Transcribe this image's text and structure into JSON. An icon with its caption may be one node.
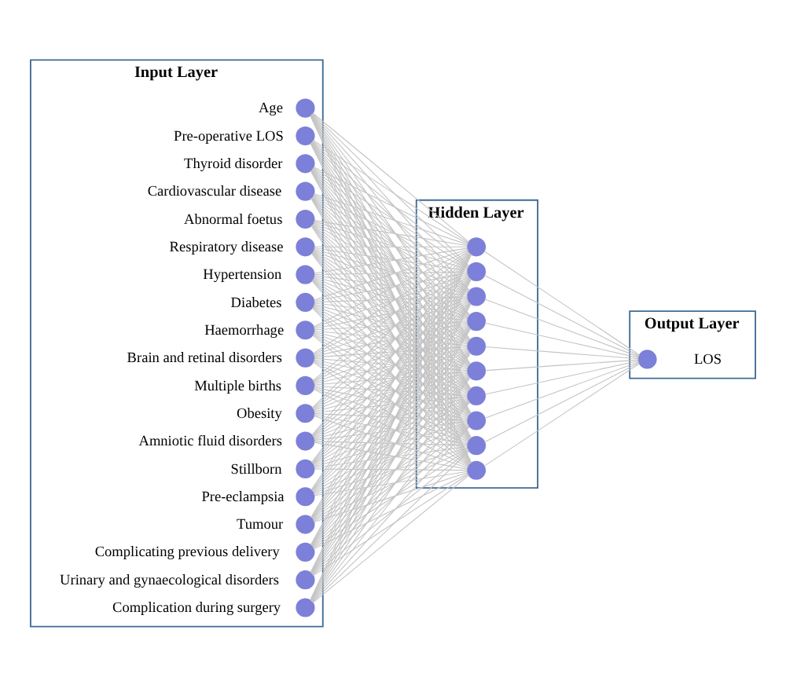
{
  "diagram": {
    "nodes": [
      {
        "text": [
          "Input Layer"
        ]
      },
      {
        "text": [],
        "shape": "circle",
        "in": 0,
        "beside": [
          "Age"
        ]
      },
      {
        "text": [],
        "shape": "circle",
        "in": 0,
        "beside": [
          "Pre-operative LOS"
        ]
      },
      {
        "text": [],
        "shape": "circle",
        "in": 0,
        "beside": [
          "Thyroid disorder"
        ]
      },
      {
        "text": [],
        "shape": "circle",
        "in": 0,
        "beside": [
          "Cardiovascular disease"
        ]
      },
      {
        "text": [],
        "shape": "circle",
        "in": 0,
        "beside": [
          "Abnormal foetus"
        ]
      },
      {
        "text": [],
        "shape": "circle",
        "in": 0,
        "beside": [
          "Respiratory disease"
        ]
      },
      {
        "text": [],
        "shape": "circle",
        "in": 0,
        "beside": [
          "Hypertension"
        ]
      },
      {
        "text": [],
        "shape": "circle",
        "in": 0,
        "beside": [
          "Diabetes"
        ]
      },
      {
        "text": [],
        "shape": "circle",
        "in": 0,
        "beside": [
          "Haemorrhage"
        ]
      },
      {
        "text": [],
        "shape": "circle",
        "in": 0,
        "beside": [
          "Brain and retinal disorders"
        ]
      },
      {
        "text": [],
        "shape": "circle",
        "in": 0,
        "beside": [
          "Multiple births"
        ]
      },
      {
        "text": [],
        "shape": "circle",
        "in": 0,
        "beside": [
          "Obesity"
        ]
      },
      {
        "text": [],
        "shape": "circle",
        "in": 0,
        "beside": [
          "Amniotic fluid disorders"
        ]
      },
      {
        "text": [],
        "shape": "circle",
        "in": 0,
        "beside": [
          "Stillborn"
        ]
      },
      {
        "text": [],
        "shape": "circle",
        "in": 0,
        "beside": [
          "Pre-eclampsia"
        ]
      },
      {
        "text": [],
        "shape": "circle",
        "in": 0,
        "beside": [
          "Tumour"
        ]
      },
      {
        "text": [],
        "shape": "circle",
        "in": 0,
        "beside": [
          "Complicating previous delivery"
        ]
      },
      {
        "text": [],
        "shape": "circle",
        "in": 0,
        "beside": [
          "Urinary and gynaecological disorders"
        ]
      },
      {
        "text": [],
        "shape": "circle",
        "in": 0,
        "beside": [
          "Complication during surgery"
        ]
      },
      {
        "text": [
          "Hidden Layer"
        ]
      },
      {
        "text": [],
        "shape": "circle",
        "in": 20
      },
      {
        "text": [],
        "shape": "circle",
        "in": 20
      },
      {
        "text": [],
        "shape": "circle",
        "in": 20
      },
      {
        "text": [],
        "shape": "circle",
        "in": 20
      },
      {
        "text": [],
        "shape": "circle",
        "in": 20
      },
      {
        "text": [],
        "shape": "circle",
        "in": 20
      },
      {
        "text": [],
        "shape": "circle",
        "in": 20
      },
      {
        "text": [],
        "shape": "circle",
        "in": 20
      },
      {
        "text": [],
        "shape": "circle",
        "in": 20
      },
      {
        "text": [],
        "shape": "circle",
        "in": 20
      },
      {
        "text": [
          "Output Layer"
        ]
      },
      {
        "text": [],
        "shape": "circle",
        "in": 31,
        "beside": [
          "LOS"
        ]
      }
    ],
    "edges": [
      {
        "from": 1,
        "to": 21,
        "arrow": "none"
      },
      {
        "from": 1,
        "to": 22,
        "arrow": "none"
      },
      {
        "from": 1,
        "to": 23,
        "arrow": "none"
      },
      {
        "from": 1,
        "to": 24,
        "arrow": "none"
      },
      {
        "from": 1,
        "to": 25,
        "arrow": "none"
      },
      {
        "from": 1,
        "to": 26,
        "arrow": "none"
      },
      {
        "from": 1,
        "to": 27,
        "arrow": "none"
      },
      {
        "from": 1,
        "to": 28,
        "arrow": "none"
      },
      {
        "from": 1,
        "to": 29,
        "arrow": "none"
      },
      {
        "from": 1,
        "to": 30,
        "arrow": "none"
      },
      {
        "from": 2,
        "to": 21,
        "arrow": "none"
      },
      {
        "from": 2,
        "to": 22,
        "arrow": "none"
      },
      {
        "from": 2,
        "to": 23,
        "arrow": "none"
      },
      {
        "from": 2,
        "to": 24,
        "arrow": "none"
      },
      {
        "from": 2,
        "to": 25,
        "arrow": "none"
      },
      {
        "from": 2,
        "to": 26,
        "arrow": "none"
      },
      {
        "from": 2,
        "to": 27,
        "arrow": "none"
      },
      {
        "from": 2,
        "to": 28,
        "arrow": "none"
      },
      {
        "from": 2,
        "to": 29,
        "arrow": "none"
      },
      {
        "from": 2,
        "to": 30,
        "arrow": "none"
      },
      {
        "from": 3,
        "to": 21,
        "arrow": "none"
      },
      {
        "from": 3,
        "to": 22,
        "arrow": "none"
      },
      {
        "from": 3,
        "to": 23,
        "arrow": "none"
      },
      {
        "from": 3,
        "to": 24,
        "arrow": "none"
      },
      {
        "from": 3,
        "to": 25,
        "arrow": "none"
      },
      {
        "from": 3,
        "to": 26,
        "arrow": "none"
      },
      {
        "from": 3,
        "to": 27,
        "arrow": "none"
      },
      {
        "from": 3,
        "to": 28,
        "arrow": "none"
      },
      {
        "from": 3,
        "to": 29,
        "arrow": "none"
      },
      {
        "from": 3,
        "to": 30,
        "arrow": "none"
      },
      {
        "from": 4,
        "to": 21,
        "arrow": "none"
      },
      {
        "from": 4,
        "to": 22,
        "arrow": "none"
      },
      {
        "from": 4,
        "to": 23,
        "arrow": "none"
      },
      {
        "from": 4,
        "to": 24,
        "arrow": "none"
      },
      {
        "from": 4,
        "to": 25,
        "arrow": "none"
      },
      {
        "from": 4,
        "to": 26,
        "arrow": "none"
      },
      {
        "from": 4,
        "to": 27,
        "arrow": "none"
      },
      {
        "from": 4,
        "to": 28,
        "arrow": "none"
      },
      {
        "from": 4,
        "to": 29,
        "arrow": "none"
      },
      {
        "from": 4,
        "to": 30,
        "arrow": "none"
      },
      {
        "from": 5,
        "to": 21,
        "arrow": "none"
      },
      {
        "from": 5,
        "to": 22,
        "arrow": "none"
      },
      {
        "from": 5,
        "to": 23,
        "arrow": "none"
      },
      {
        "from": 5,
        "to": 24,
        "arrow": "none"
      },
      {
        "from": 5,
        "to": 25,
        "arrow": "none"
      },
      {
        "from": 5,
        "to": 26,
        "arrow": "none"
      },
      {
        "from": 5,
        "to": 27,
        "arrow": "none"
      },
      {
        "from": 5,
        "to": 28,
        "arrow": "none"
      },
      {
        "from": 5,
        "to": 29,
        "arrow": "none"
      },
      {
        "from": 5,
        "to": 30,
        "arrow": "none"
      },
      {
        "from": 6,
        "to": 21,
        "arrow": "none"
      },
      {
        "from": 6,
        "to": 22,
        "arrow": "none"
      },
      {
        "from": 6,
        "to": 23,
        "arrow": "none"
      },
      {
        "from": 6,
        "to": 24,
        "arrow": "none"
      },
      {
        "from": 6,
        "to": 25,
        "arrow": "none"
      },
      {
        "from": 6,
        "to": 26,
        "arrow": "none"
      },
      {
        "from": 6,
        "to": 27,
        "arrow": "none"
      },
      {
        "from": 6,
        "to": 28,
        "arrow": "none"
      },
      {
        "from": 6,
        "to": 29,
        "arrow": "none"
      },
      {
        "from": 6,
        "to": 30,
        "arrow": "none"
      },
      {
        "from": 7,
        "to": 21,
        "arrow": "none"
      },
      {
        "from": 7,
        "to": 22,
        "arrow": "none"
      },
      {
        "from": 7,
        "to": 23,
        "arrow": "none"
      },
      {
        "from": 7,
        "to": 24,
        "arrow": "none"
      },
      {
        "from": 7,
        "to": 25,
        "arrow": "none"
      },
      {
        "from": 7,
        "to": 26,
        "arrow": "none"
      },
      {
        "from": 7,
        "to": 27,
        "arrow": "none"
      },
      {
        "from": 7,
        "to": 28,
        "arrow": "none"
      },
      {
        "from": 7,
        "to": 29,
        "arrow": "none"
      },
      {
        "from": 7,
        "to": 30,
        "arrow": "none"
      },
      {
        "from": 8,
        "to": 21,
        "arrow": "none"
      },
      {
        "from": 8,
        "to": 22,
        "arrow": "none"
      },
      {
        "from": 8,
        "to": 23,
        "arrow": "none"
      },
      {
        "from": 8,
        "to": 24,
        "arrow": "none"
      },
      {
        "from": 8,
        "to": 25,
        "arrow": "none"
      },
      {
        "from": 8,
        "to": 26,
        "arrow": "none"
      },
      {
        "from": 8,
        "to": 27,
        "arrow": "none"
      },
      {
        "from": 8,
        "to": 28,
        "arrow": "none"
      },
      {
        "from": 8,
        "to": 29,
        "arrow": "none"
      },
      {
        "from": 8,
        "to": 30,
        "arrow": "none"
      },
      {
        "from": 9,
        "to": 21,
        "arrow": "none"
      },
      {
        "from": 9,
        "to": 22,
        "arrow": "none"
      },
      {
        "from": 9,
        "to": 23,
        "arrow": "none"
      },
      {
        "from": 9,
        "to": 24,
        "arrow": "none"
      },
      {
        "from": 9,
        "to": 25,
        "arrow": "none"
      },
      {
        "from": 9,
        "to": 26,
        "arrow": "none"
      },
      {
        "from": 9,
        "to": 27,
        "arrow": "none"
      },
      {
        "from": 9,
        "to": 28,
        "arrow": "none"
      },
      {
        "from": 9,
        "to": 29,
        "arrow": "none"
      },
      {
        "from": 9,
        "to": 30,
        "arrow": "none"
      },
      {
        "from": 10,
        "to": 21,
        "arrow": "none"
      },
      {
        "from": 10,
        "to": 22,
        "arrow": "none"
      },
      {
        "from": 10,
        "to": 23,
        "arrow": "none"
      },
      {
        "from": 10,
        "to": 24,
        "arrow": "none"
      },
      {
        "from": 10,
        "to": 25,
        "arrow": "none"
      },
      {
        "from": 10,
        "to": 26,
        "arrow": "none"
      },
      {
        "from": 10,
        "to": 27,
        "arrow": "none"
      },
      {
        "from": 10,
        "to": 28,
        "arrow": "none"
      },
      {
        "from": 10,
        "to": 29,
        "arrow": "none"
      },
      {
        "from": 10,
        "to": 30,
        "arrow": "none"
      },
      {
        "from": 11,
        "to": 21,
        "arrow": "none"
      },
      {
        "from": 11,
        "to": 22,
        "arrow": "none"
      },
      {
        "from": 11,
        "to": 23,
        "arrow": "none"
      },
      {
        "from": 11,
        "to": 24,
        "arrow": "none"
      },
      {
        "from": 11,
        "to": 25,
        "arrow": "none"
      },
      {
        "from": 11,
        "to": 26,
        "arrow": "none"
      },
      {
        "from": 11,
        "to": 27,
        "arrow": "none"
      },
      {
        "from": 11,
        "to": 28,
        "arrow": "none"
      },
      {
        "from": 11,
        "to": 29,
        "arrow": "none"
      },
      {
        "from": 11,
        "to": 30,
        "arrow": "none"
      },
      {
        "from": 12,
        "to": 21,
        "arrow": "none"
      },
      {
        "from": 12,
        "to": 22,
        "arrow": "none"
      },
      {
        "from": 12,
        "to": 23,
        "arrow": "none"
      },
      {
        "from": 12,
        "to": 24,
        "arrow": "none"
      },
      {
        "from": 12,
        "to": 25,
        "arrow": "none"
      },
      {
        "from": 12,
        "to": 26,
        "arrow": "none"
      },
      {
        "from": 12,
        "to": 27,
        "arrow": "none"
      },
      {
        "from": 12,
        "to": 28,
        "arrow": "none"
      },
      {
        "from": 12,
        "to": 29,
        "arrow": "none"
      },
      {
        "from": 12,
        "to": 30,
        "arrow": "none"
      },
      {
        "from": 13,
        "to": 21,
        "arrow": "none"
      },
      {
        "from": 13,
        "to": 22,
        "arrow": "none"
      },
      {
        "from": 13,
        "to": 23,
        "arrow": "none"
      },
      {
        "from": 13,
        "to": 24,
        "arrow": "none"
      },
      {
        "from": 13,
        "to": 25,
        "arrow": "none"
      },
      {
        "from": 13,
        "to": 26,
        "arrow": "none"
      },
      {
        "from": 13,
        "to": 27,
        "arrow": "none"
      },
      {
        "from": 13,
        "to": 28,
        "arrow": "none"
      },
      {
        "from": 13,
        "to": 29,
        "arrow": "none"
      },
      {
        "from": 13,
        "to": 30,
        "arrow": "none"
      },
      {
        "from": 14,
        "to": 21,
        "arrow": "none"
      },
      {
        "from": 14,
        "to": 22,
        "arrow": "none"
      },
      {
        "from": 14,
        "to": 23,
        "arrow": "none"
      },
      {
        "from": 14,
        "to": 24,
        "arrow": "none"
      },
      {
        "from": 14,
        "to": 25,
        "arrow": "none"
      },
      {
        "from": 14,
        "to": 26,
        "arrow": "none"
      },
      {
        "from": 14,
        "to": 27,
        "arrow": "none"
      },
      {
        "from": 14,
        "to": 28,
        "arrow": "none"
      },
      {
        "from": 14,
        "to": 29,
        "arrow": "none"
      },
      {
        "from": 14,
        "to": 30,
        "arrow": "none"
      },
      {
        "from": 15,
        "to": 21,
        "arrow": "none"
      },
      {
        "from": 15,
        "to": 22,
        "arrow": "none"
      },
      {
        "from": 15,
        "to": 23,
        "arrow": "none"
      },
      {
        "from": 15,
        "to": 24,
        "arrow": "none"
      },
      {
        "from": 15,
        "to": 25,
        "arrow": "none"
      },
      {
        "from": 15,
        "to": 26,
        "arrow": "none"
      },
      {
        "from": 15,
        "to": 27,
        "arrow": "none"
      },
      {
        "from": 15,
        "to": 28,
        "arrow": "none"
      },
      {
        "from": 15,
        "to": 29,
        "arrow": "none"
      },
      {
        "from": 15,
        "to": 30,
        "arrow": "none"
      },
      {
        "from": 16,
        "to": 21,
        "arrow": "none"
      },
      {
        "from": 16,
        "to": 22,
        "arrow": "none"
      },
      {
        "from": 16,
        "to": 23,
        "arrow": "none"
      },
      {
        "from": 16,
        "to": 24,
        "arrow": "none"
      },
      {
        "from": 16,
        "to": 25,
        "arrow": "none"
      },
      {
        "from": 16,
        "to": 26,
        "arrow": "none"
      },
      {
        "from": 16,
        "to": 27,
        "arrow": "none"
      },
      {
        "from": 16,
        "to": 28,
        "arrow": "none"
      },
      {
        "from": 16,
        "to": 29,
        "arrow": "none"
      },
      {
        "from": 16,
        "to": 30,
        "arrow": "none"
      },
      {
        "from": 17,
        "to": 21,
        "arrow": "none"
      },
      {
        "from": 17,
        "to": 22,
        "arrow": "none"
      },
      {
        "from": 17,
        "to": 23,
        "arrow": "none"
      },
      {
        "from": 17,
        "to": 24,
        "arrow": "none"
      },
      {
        "from": 17,
        "to": 25,
        "arrow": "none"
      },
      {
        "from": 17,
        "to": 26,
        "arrow": "none"
      },
      {
        "from": 17,
        "to": 27,
        "arrow": "none"
      },
      {
        "from": 17,
        "to": 28,
        "arrow": "none"
      },
      {
        "from": 17,
        "to": 29,
        "arrow": "none"
      },
      {
        "from": 17,
        "to": 30,
        "arrow": "none"
      },
      {
        "from": 18,
        "to": 21,
        "arrow": "none"
      },
      {
        "from": 18,
        "to": 22,
        "arrow": "none"
      },
      {
        "from": 18,
        "to": 23,
        "arrow": "none"
      },
      {
        "from": 18,
        "to": 24,
        "arrow": "none"
      },
      {
        "from": 18,
        "to": 25,
        "arrow": "none"
      },
      {
        "from": 18,
        "to": 26,
        "arrow": "none"
      },
      {
        "from": 18,
        "to": 27,
        "arrow": "none"
      },
      {
        "from": 18,
        "to": 28,
        "arrow": "none"
      },
      {
        "from": 18,
        "to": 29,
        "arrow": "none"
      },
      {
        "from": 18,
        "to": 30,
        "arrow": "none"
      },
      {
        "from": 19,
        "to": 21,
        "arrow": "none"
      },
      {
        "from": 19,
        "to": 22,
        "arrow": "none"
      },
      {
        "from": 19,
        "to": 23,
        "arrow": "none"
      },
      {
        "from": 19,
        "to": 24,
        "arrow": "none"
      },
      {
        "from": 19,
        "to": 25,
        "arrow": "none"
      },
      {
        "from": 19,
        "to": 26,
        "arrow": "none"
      },
      {
        "from": 19,
        "to": 27,
        "arrow": "none"
      },
      {
        "from": 19,
        "to": 28,
        "arrow": "none"
      },
      {
        "from": 19,
        "to": 29,
        "arrow": "none"
      },
      {
        "from": 19,
        "to": 30,
        "arrow": "none"
      },
      {
        "from": 21,
        "to": 32,
        "arrow": "none"
      },
      {
        "from": 22,
        "to": 32,
        "arrow": "none"
      },
      {
        "from": 23,
        "to": 32,
        "arrow": "none"
      },
      {
        "from": 24,
        "to": 32,
        "arrow": "none"
      },
      {
        "from": 25,
        "to": 32,
        "arrow": "none"
      },
      {
        "from": 26,
        "to": 32,
        "arrow": "none"
      },
      {
        "from": 27,
        "to": 32,
        "arrow": "none"
      },
      {
        "from": 28,
        "to": 32,
        "arrow": "none"
      },
      {
        "from": 29,
        "to": 32,
        "arrow": "none"
      },
      {
        "from": 30,
        "to": 32,
        "arrow": "none"
      }
    ]
  }
}
